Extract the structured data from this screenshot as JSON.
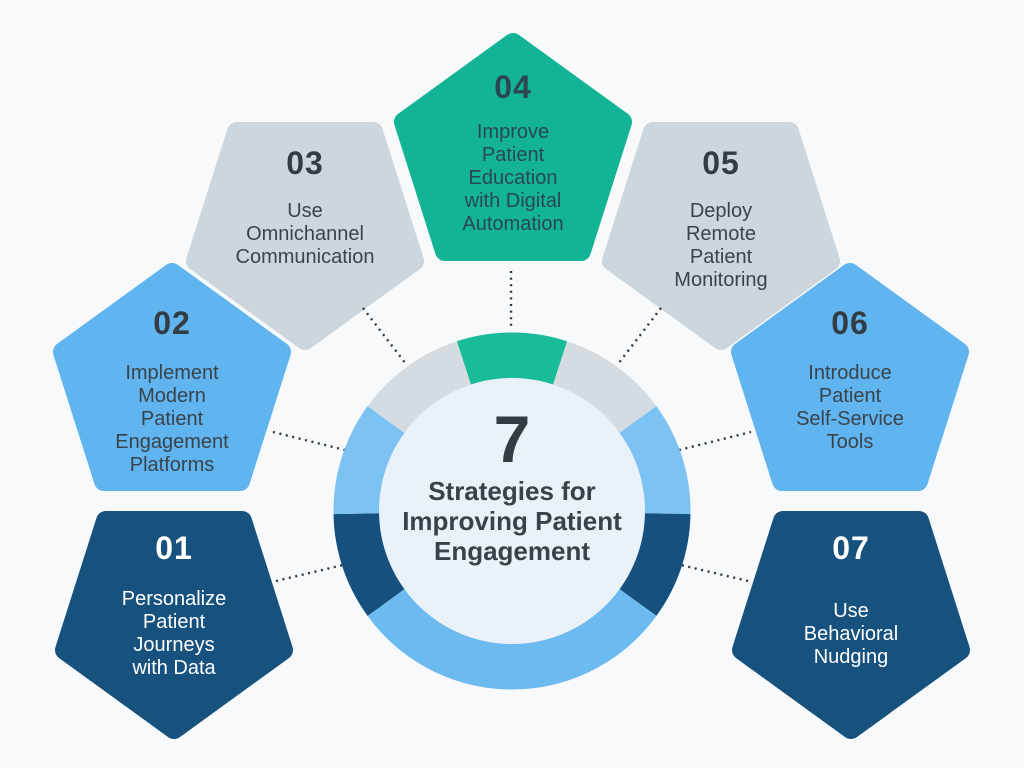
{
  "background_color": "#F7F9FA",
  "connector_color": "#32373C",
  "center": {
    "count": "7",
    "title": "Strategies for\nImproving Patient\nEngagement",
    "circle_color": "#E9F1F9",
    "text_color": "#39424B"
  },
  "ring": {
    "colors": {
      "teal": "#19BB99",
      "gray": "#D5DCE1",
      "light_blue": "#7CC2F2",
      "dark_blue": "#15507F",
      "bottom_blue": "#6CBAF0"
    }
  },
  "strategies": [
    {
      "number": "01",
      "label": "Personalize\nPatient\nJourneys\nwith Data",
      "color": "#17517E"
    },
    {
      "number": "02",
      "label": "Implement\nModern\nPatient\nEngagement\nPlatforms",
      "color": "#60B4F0"
    },
    {
      "number": "03",
      "label": "Use\nOmnichannel\nCommunication",
      "color": "#CDD6DC"
    },
    {
      "number": "04",
      "label": "Improve\nPatient\nEducation\nwith Digital\nAutomation",
      "color": "#12B495"
    },
    {
      "number": "05",
      "label": "Deploy\nRemote\nPatient\nMonitoring",
      "color": "#CDD6DC"
    },
    {
      "number": "06",
      "label": "Introduce\nPatient\nSelf-Service\nTools",
      "color": "#60B4F0"
    },
    {
      "number": "07",
      "label": "Use\nBehavioral\nNudging",
      "color": "#17517E"
    }
  ]
}
